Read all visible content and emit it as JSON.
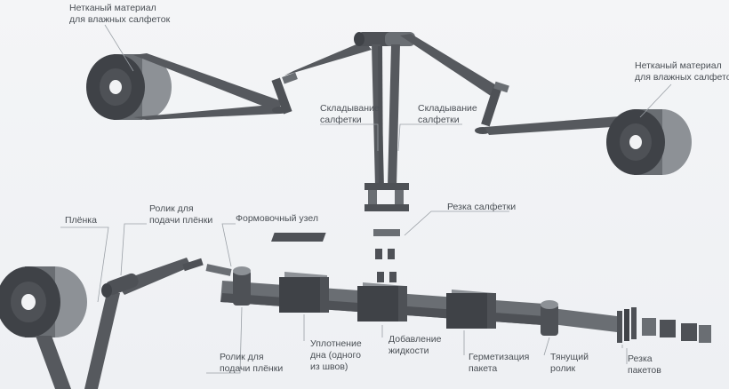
{
  "labels": {
    "nonwoven_top": "Нетканый материал\nдля влажных салфеток",
    "nonwoven_right": "Нетканый материал\nдля влажных салфеток",
    "fold_left": "Складывание\nсалфетки",
    "fold_right": "Складывание\nсалфетки",
    "wipe_cut": "Резка салфетки",
    "film": "Плёнка",
    "feed_roller_top": "Ролик для\nподачи плёнки",
    "forming_unit": "Формовочный узел",
    "feed_roller_bottom": "Ролик для\nподачи плёнки",
    "bottom_seal": "Уплотнение\nдна (одного\nиз швов)",
    "liquid_add": "Добавление\nжидкости",
    "pack_seal": "Герметизация\nпакета",
    "pull_roller": "Тянущий\nролик",
    "pack_cut": "Резка\nпакетов"
  }
}
